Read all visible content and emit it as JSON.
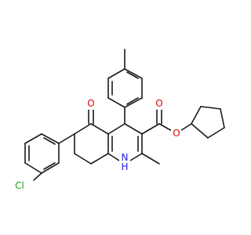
{
  "atoms": {
    "carbonyl_o": {
      "text": "O",
      "color": "#e00000"
    },
    "ester_carbonyl_o": {
      "text": "O",
      "color": "#e00000"
    },
    "ester_o": {
      "text": "O",
      "color": "#e00000"
    },
    "nh": {
      "text": "H\nN",
      "line1": "N",
      "line2": "H",
      "color": "#2020e0"
    },
    "cl": {
      "text": "Cl",
      "color": "#20a020"
    }
  }
}
